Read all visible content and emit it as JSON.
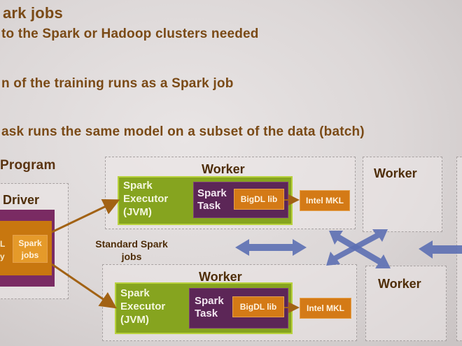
{
  "lines": {
    "l1": "ark jobs",
    "l2": "to the Spark or Hadoop clusters needed",
    "l3": "n of the training runs as a Spark job",
    "l4": "ask runs the same model on a subset of the data (batch)"
  },
  "program_label": "Program",
  "driver": {
    "label": "Driver",
    "left_fragment": "L\ny",
    "spark_jobs": "Spark\njobs"
  },
  "standard_jobs": "Standard Spark\njobs",
  "workers": {
    "top": {
      "label": "Worker",
      "executor": "Spark\nExecutor\n(JVM)",
      "task": "Spark\nTask",
      "bigdl": "BigDL lib",
      "mkl": "Intel MKL"
    },
    "bottom": {
      "label": "Worker",
      "executor": "Spark\nExecutor\n(JVM)",
      "task": "Spark\nTask",
      "bigdl": "BigDL lib",
      "mkl": "Intel MKL"
    },
    "right_top": "Worker",
    "right_bottom": "Worker"
  },
  "colors": {
    "heading": "#7a4a16",
    "executor_green": "#86a41f",
    "task_purple": "#5c2657",
    "lib_orange": "#d47a16",
    "arrow_blue": "#5c6fb2"
  }
}
